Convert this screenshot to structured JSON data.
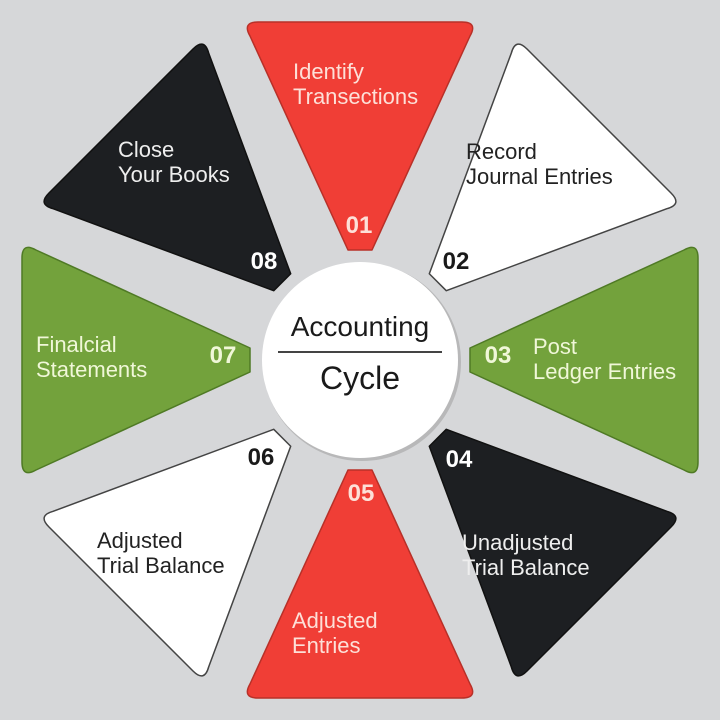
{
  "center": {
    "line1": "Accounting",
    "line2": "Cycle"
  },
  "colors": {
    "red": "#f03e36",
    "white": "#ffffff",
    "green": "#73a23c",
    "dark": "#1d1f22",
    "background": "#d6d7d9"
  },
  "steps": [
    {
      "number": "01",
      "line1": "Identify",
      "line2": "Transections",
      "color": "red"
    },
    {
      "number": "02",
      "line1": "Record",
      "line2": "Journal Entries",
      "color": "white"
    },
    {
      "number": "03",
      "line1": "Post",
      "line2": "Ledger Entries",
      "color": "green"
    },
    {
      "number": "04",
      "line1": "Unadjusted",
      "line2": "Trial Balance",
      "color": "dark"
    },
    {
      "number": "05",
      "line1": "Adjusted",
      "line2": "Entries",
      "color": "red"
    },
    {
      "number": "06",
      "line1": "Adjusted",
      "line2": "Trial Balance",
      "color": "white"
    },
    {
      "number": "07",
      "line1": "Finalcial",
      "line2": "Statements",
      "color": "green"
    },
    {
      "number": "08",
      "line1": "Close",
      "line2": "Your Books",
      "color": "dark"
    }
  ]
}
